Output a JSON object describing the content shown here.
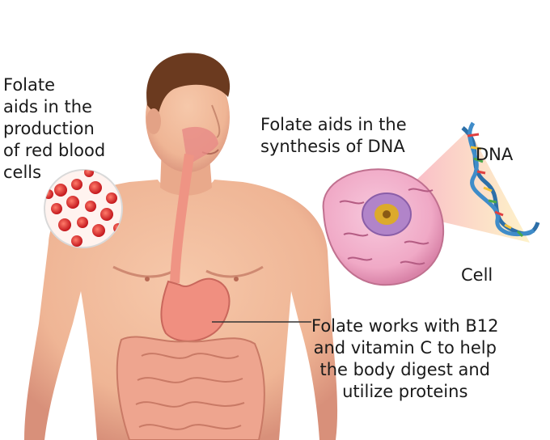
{
  "labels": {
    "red_blood_cells": "Folate\naids in the\nproduction\nof red blood\ncells",
    "dna_synthesis": "Folate aids in the\nsynthesis of DNA",
    "digestion": "Folate works with B12\nand vitamin C to help\nthe body digest and\nutilize proteins",
    "dna": "DNA",
    "cell": "Cell"
  },
  "colors": {
    "skin": "#efb595",
    "skin_shadow": "#d8907a",
    "hair": "#6b3a1f",
    "stomach": "#f08f80",
    "intestine": "#eea58f",
    "blood_cell": "#d8262a",
    "cell_body": "#f0a9c6",
    "nucleus": "#dcaa2c",
    "dna_strand": "#2c6fa8"
  }
}
